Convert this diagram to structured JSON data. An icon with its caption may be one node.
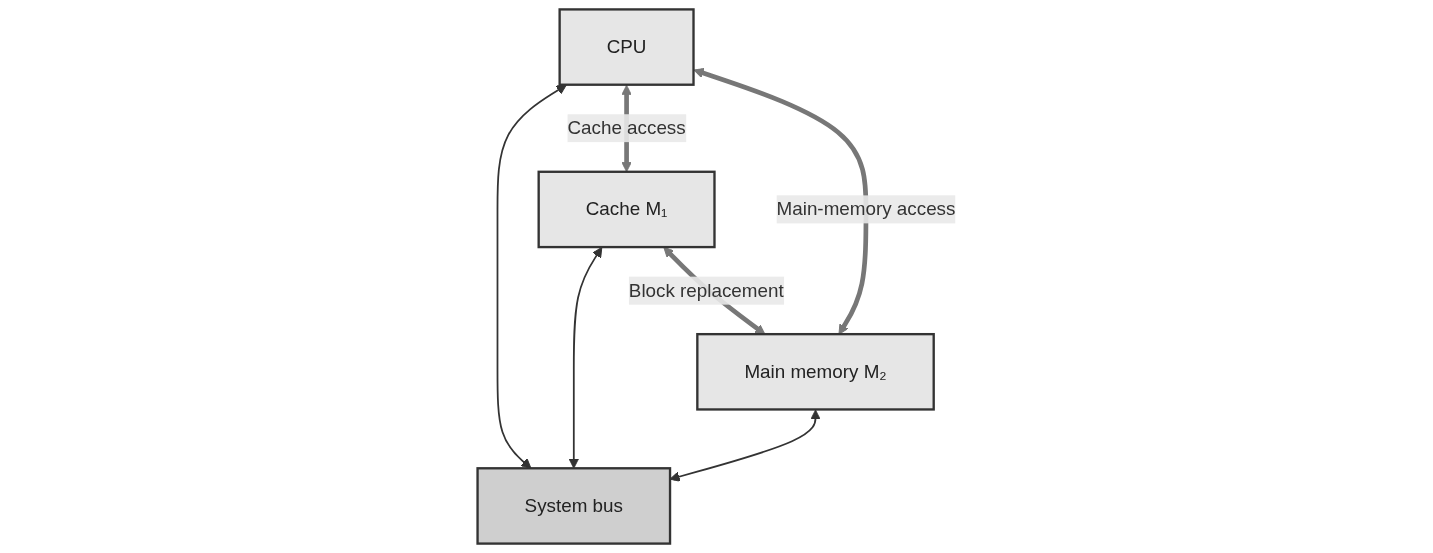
{
  "diagram": {
    "nodes": [
      {
        "text": [
          "CPU"
        ]
      },
      {
        "text": [
          "Cache M₁"
        ]
      },
      {
        "text": [
          "Main memory M₂"
        ]
      },
      {
        "text": [
          "System bus"
        ]
      }
    ],
    "edges": [
      {
        "from": 0,
        "to": 3,
        "arrow": "both"
      },
      {
        "from": 1,
        "to": 3,
        "arrow": "both"
      },
      {
        "from": 2,
        "to": 3,
        "arrow": "both"
      },
      {
        "from": 0,
        "to": 1,
        "arrow": "both",
        "label": "Cache access",
        "style": "thick"
      },
      {
        "from": 1,
        "to": 2,
        "arrow": "both",
        "label": "Block replacement",
        "style": "thick"
      },
      {
        "from": 0,
        "to": 2,
        "arrow": "both",
        "label": "Main-memory access",
        "style": "thick"
      }
    ]
  }
}
